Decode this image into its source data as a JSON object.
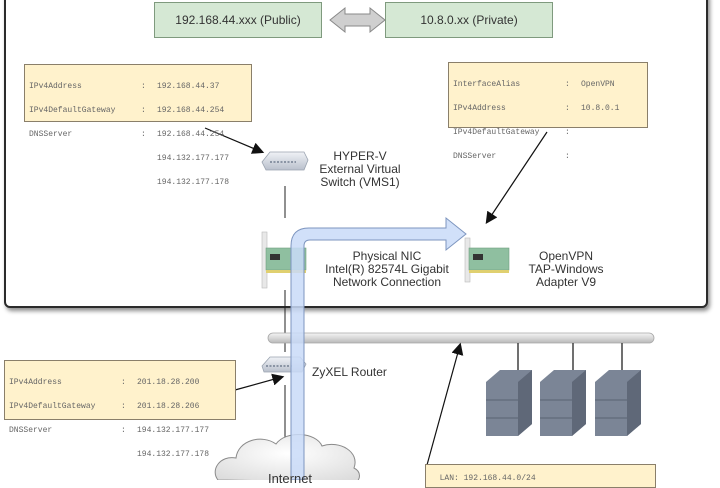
{
  "diagram": {
    "top_boxes": {
      "public": "192.168.44.xxx (Public)",
      "private": "10.8.0.xx (Private)"
    },
    "notes": {
      "host_nic": {
        "rows": [
          {
            "key": "IPv4Address",
            "sep": ":",
            "value": "192.168.44.37"
          },
          {
            "key": "IPv4DefaultGateway",
            "sep": ":",
            "value": "192.168.44.254"
          },
          {
            "key": "DNSServer",
            "sep": ":",
            "value": "192.168.44.254"
          },
          {
            "key": "",
            "sep": "",
            "value": "194.132.177.177"
          },
          {
            "key": "",
            "sep": "",
            "value": "194.132.177.178"
          }
        ]
      },
      "openvpn_adapter": {
        "rows": [
          {
            "key": "InterfaceAlias",
            "sep": ":",
            "value": "OpenVPN"
          },
          {
            "key": "IPv4Address",
            "sep": ":",
            "value": "10.8.0.1"
          },
          {
            "key": "IPv4DefaultGateway",
            "sep": ":",
            "value": ""
          },
          {
            "key": "DNSServer",
            "sep": ":",
            "value": ""
          }
        ]
      },
      "router": {
        "rows": [
          {
            "key": "IPv4Address",
            "sep": ":",
            "value": "201.18.28.200"
          },
          {
            "key": "IPv4DefaultGateway",
            "sep": ":",
            "value": "201.18.28.206"
          },
          {
            "key": "DNSServer",
            "sep": ":",
            "value": "194.132.177.177"
          },
          {
            "key": "",
            "sep": "",
            "value": "194.132.177.178"
          }
        ]
      },
      "lan": {
        "text": "LAN: 192.168.44.0/24"
      }
    },
    "labels": {
      "hyperv_switch": [
        "HYPER-V",
        "External Virtual",
        "Switch (VMS1)"
      ],
      "physical_nic": [
        "Physical NIC",
        "Intel(R) 82574L Gigabit",
        "Network Connection"
      ],
      "openvpn_nic": [
        "OpenVPN",
        "TAP-Windows",
        "Adapter V9"
      ],
      "router": "ZyXEL Router",
      "internet": "Internet"
    },
    "colors": {
      "ip_box_fill": "#d5e8d4",
      "note_fill": "#fff2cc",
      "flow_arrow": "#c9daf8",
      "server": "#7b8596"
    }
  }
}
